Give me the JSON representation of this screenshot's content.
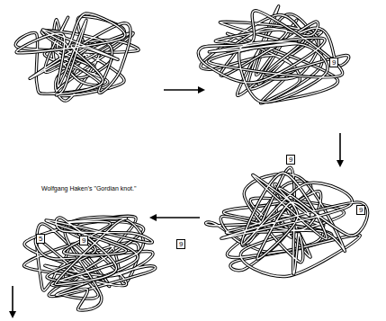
{
  "diagram": {
    "caption": "Wolfgang Haken's \"Gordian knot.\"",
    "nodes": [
      {
        "text": [
          "9"
        ]
      },
      {
        "text": [
          "9"
        ]
      },
      {
        "text": [
          "9"
        ]
      },
      {
        "text": [
          "5"
        ]
      },
      {
        "text": [
          "9"
        ]
      },
      {
        "text": [
          "9"
        ]
      }
    ]
  }
}
